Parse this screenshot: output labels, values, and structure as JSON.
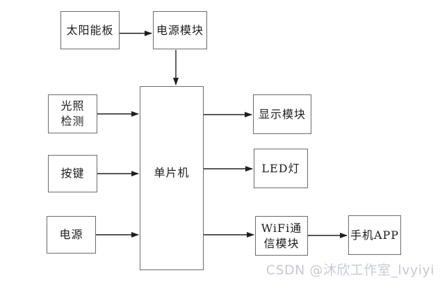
{
  "diagram": {
    "nodes": {
      "solar": {
        "label": "太阳能板"
      },
      "power": {
        "label": "电源模块"
      },
      "light": {
        "label": "光照\n检测"
      },
      "key": {
        "label": "按键"
      },
      "supply": {
        "label": "电源"
      },
      "mcu": {
        "label": "单片机"
      },
      "display": {
        "label": "显示模块"
      },
      "led": {
        "label": "LED灯"
      },
      "wifi": {
        "label": "WiFi通\n信模块"
      },
      "app": {
        "label": "手机APP"
      }
    },
    "edges": [
      {
        "from": "太阳能板",
        "to": "电源模块"
      },
      {
        "from": "电源模块",
        "to": "单片机"
      },
      {
        "from": "光照检测",
        "to": "单片机"
      },
      {
        "from": "按键",
        "to": "单片机"
      },
      {
        "from": "电源",
        "to": "单片机"
      },
      {
        "from": "单片机",
        "to": "显示模块"
      },
      {
        "from": "单片机",
        "to": "LED灯"
      },
      {
        "from": "单片机",
        "to": "WiFi通信模块"
      },
      {
        "from": "WiFi通信模块",
        "to": "手机APP"
      }
    ],
    "colors": {
      "background": "#ffffff",
      "box_border": "#6a6a6a",
      "line": "#1f1f1f",
      "text": "#1c1c1c",
      "watermark": "#c7cad3"
    }
  },
  "watermark": {
    "text": "CSDN @沐欣工作室_lvyiyi"
  }
}
